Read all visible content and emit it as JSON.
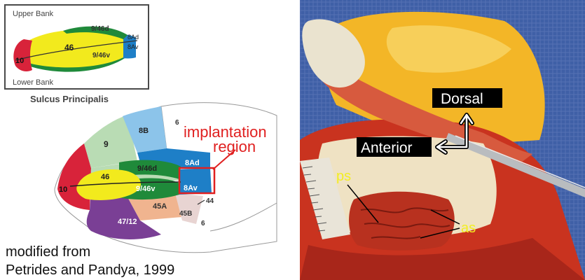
{
  "inset": {
    "upper_bank": "Upper Bank",
    "lower_bank": "Lower Bank",
    "title": "Sulcus Principalis",
    "areas": {
      "a9_46d": "9/46d",
      "a46": "46",
      "a8Ad": "8Ad",
      "a8Av": "8Av",
      "a9_46v": "9/46v",
      "a10": "10"
    }
  },
  "map": {
    "areas": {
      "a9": "9",
      "a8B": "8B",
      "a6_top": "6",
      "a8Ad": "8Ad",
      "a9_46d": "9/46d",
      "a46": "46",
      "a9_46v": "9/46v",
      "a8Av": "8Av",
      "a10": "10",
      "a45A": "45A",
      "a45B": "45B",
      "a44": "44",
      "a47_12": "47/12",
      "a6_bottom": "6"
    },
    "implantation_line1": "implantation",
    "implantation_line2": "region"
  },
  "citation": {
    "line1": "modified from",
    "line2": "Petrides and Pandya, 1999"
  },
  "photo": {
    "dorsal": "Dorsal",
    "anterior": "Anterior",
    "ps": "ps",
    "as": "as"
  },
  "colors": {
    "area10": "#d8233a",
    "area46": "#f2ea1d",
    "area9_46": "#1f8a3a",
    "area8A": "#1e7fc7",
    "area9": "#b9dcb4",
    "area8B": "#8cc4ea",
    "area45A": "#f0b48f",
    "area45B": "#e8d4d2",
    "area47_12": "#7a3f95",
    "highlight_red": "#e02020",
    "label_yellow": "#f2ee22",
    "tissue_red": "#c9331f",
    "drape_blue": "#3f5fa6",
    "drape_yellow": "#f3b627"
  }
}
